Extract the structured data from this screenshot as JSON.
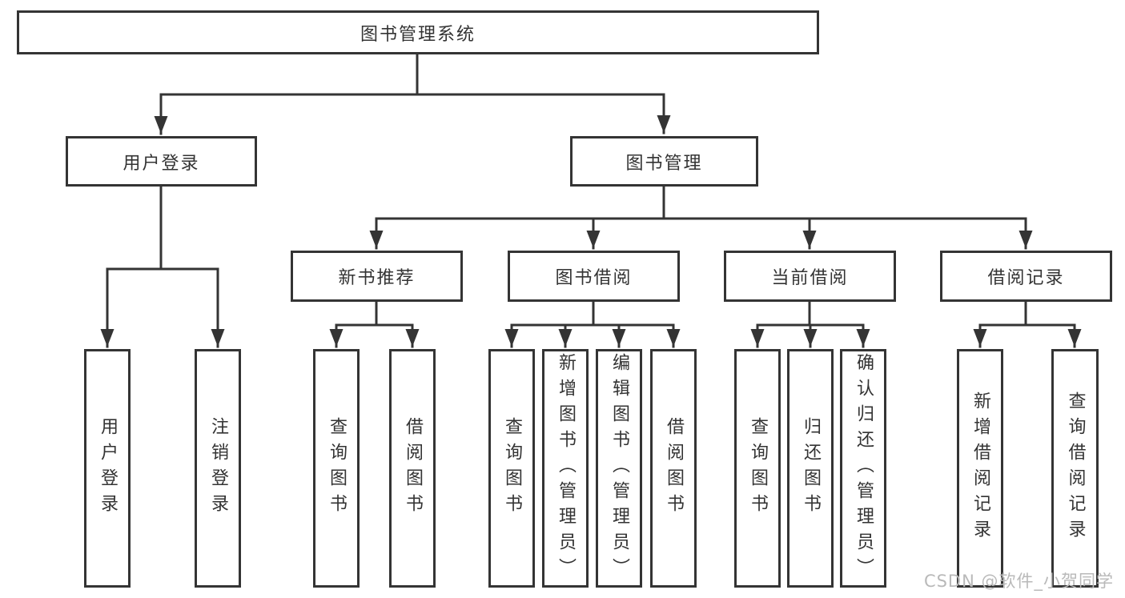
{
  "colors": {
    "line": "#343434",
    "text": "#333333",
    "background": "#ffffff",
    "watermark": "#b9b9b9"
  },
  "watermark": "CSDN @软件_小贺同学",
  "nodes": {
    "root": "图书管理系统",
    "user_login": "用户登录",
    "book_management": "图书管理",
    "new_book_recommend": "新书推荐",
    "book_borrow": "图书借阅",
    "current_borrow": "当前借阅",
    "borrow_records": "借阅记录",
    "leaf_user_login": "用户登录",
    "leaf_logout": "注销登录",
    "leaf_nbr_query_books": "查询图书",
    "leaf_nbr_borrow_books": "借阅图书",
    "leaf_bb_query_books": "查询图书",
    "leaf_bb_add_books": "新增图书（管理员）",
    "leaf_bb_edit_books": "编辑图书（管理员）",
    "leaf_bb_borrow_books": "借阅图书",
    "leaf_cb_query_books": "查询图书",
    "leaf_cb_return_books": "归还图书",
    "leaf_cb_confirm_return": "确认归还（管理员）",
    "leaf_br_add_record": "新增借阅记录",
    "leaf_br_query_record": "查询借阅记录"
  },
  "hierarchy": {
    "label": "图书管理系统",
    "children": [
      {
        "label": "用户登录",
        "children": [
          {
            "label": "用户登录"
          },
          {
            "label": "注销登录"
          }
        ]
      },
      {
        "label": "图书管理",
        "children": [
          {
            "label": "新书推荐",
            "children": [
              {
                "label": "查询图书"
              },
              {
                "label": "借阅图书"
              }
            ]
          },
          {
            "label": "图书借阅",
            "children": [
              {
                "label": "查询图书"
              },
              {
                "label": "新增图书（管理员）"
              },
              {
                "label": "编辑图书（管理员）"
              },
              {
                "label": "借阅图书"
              }
            ]
          },
          {
            "label": "当前借阅",
            "children": [
              {
                "label": "查询图书"
              },
              {
                "label": "归还图书"
              },
              {
                "label": "确认归还（管理员）"
              }
            ]
          },
          {
            "label": "借阅记录",
            "children": [
              {
                "label": "新增借阅记录"
              },
              {
                "label": "查询借阅记录"
              }
            ]
          }
        ]
      }
    ]
  }
}
